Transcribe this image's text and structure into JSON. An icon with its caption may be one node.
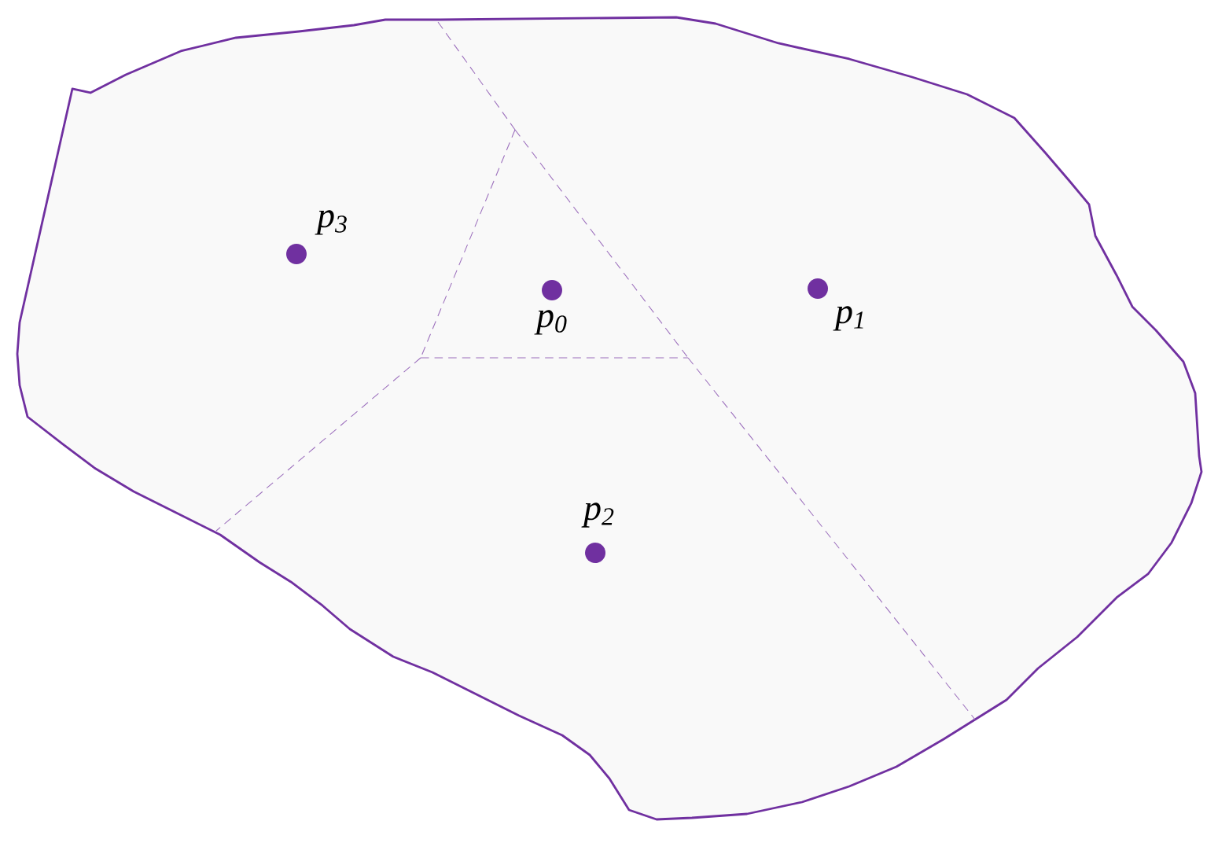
{
  "diagram": {
    "nodes": [
      {
        "text": [],
        "shape": "circle",
        "beside": [
          "p$_{0}$"
        ]
      },
      {
        "text": [],
        "shape": "circle",
        "beside": [
          "p$_{1}$"
        ]
      },
      {
        "text": [],
        "shape": "circle",
        "beside": [
          "p$_{2}$"
        ]
      },
      {
        "text": [],
        "shape": "circle",
        "beside": [
          "p$_{3}$"
        ]
      }
    ]
  }
}
